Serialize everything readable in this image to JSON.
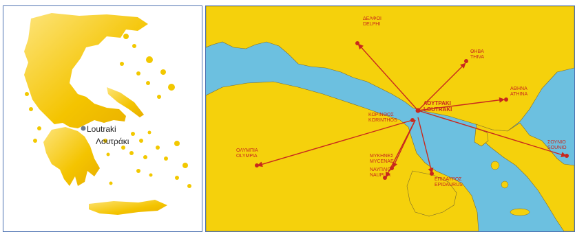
{
  "greece_map": {
    "label_latin": "Loutraki",
    "label_greek": "Λουτράκι"
  },
  "region_map": {
    "places": [
      {
        "id": "delphi",
        "greek": "ΔΕΛΦΟΙ",
        "latin": "DELPHI"
      },
      {
        "id": "thiva",
        "greek": "ΘΗΒΑ",
        "latin": "THIVA"
      },
      {
        "id": "athina",
        "greek": "ΑΘΗΝΑ",
        "latin": "ATHINA"
      },
      {
        "id": "loutraki",
        "greek": "ΛΟΥΤΡΑΚΙ",
        "latin": "LOUTRAKI"
      },
      {
        "id": "korinthos",
        "greek": "ΚΟΡΙΝΘΟΣ",
        "latin": "KORINTHOS"
      },
      {
        "id": "sounio",
        "greek": "ΣΟΥΝΙΟ",
        "latin": "SOUNIO"
      },
      {
        "id": "olympia",
        "greek": "ΟΛΥΜΠΙΑ",
        "latin": "OLYMPIA"
      },
      {
        "id": "mycenae",
        "greek": "ΜΥΚΗΝΕΣ",
        "latin": "MYCENAE"
      },
      {
        "id": "nauplia",
        "greek": "ΝΑΥΠΛΙΟ",
        "latin": "NAUPLIA"
      },
      {
        "id": "epidaurus",
        "greek": "ΕΠΙΔΑΥΡΟΣ",
        "latin": "EPIDAURUS"
      }
    ]
  },
  "colors": {
    "land": "#f5d10c",
    "sea": "#6cc0e0",
    "route": "#c8281e",
    "greece_fill": "#f2c800"
  }
}
